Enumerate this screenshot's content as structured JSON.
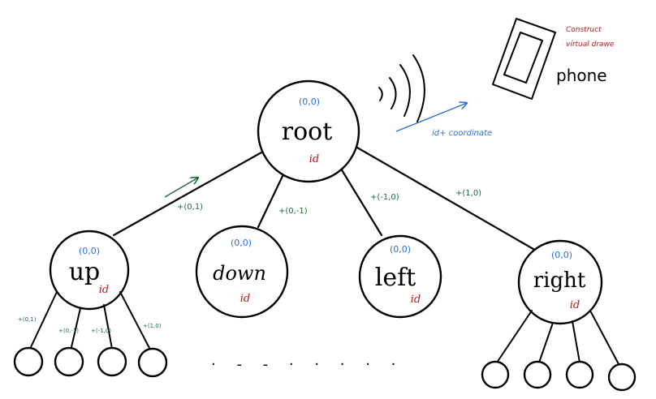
{
  "nodes": {
    "root": {
      "label": "root",
      "coord": "(0,0)",
      "id": "id"
    },
    "up": {
      "label": "up",
      "coord": "(0,0)",
      "id": "id"
    },
    "down": {
      "label": "down",
      "coord": "(0,0)",
      "id": "id"
    },
    "left": {
      "label": "left",
      "coord": "(0,0)",
      "id": "id"
    },
    "right": {
      "label": "right",
      "coord": "(0,0)",
      "id": "id"
    }
  },
  "edges": {
    "root_up": "+(0,1)",
    "root_down": "+(0,-1)",
    "root_left": "+(-1,0)",
    "root_right": "+(1,0)"
  },
  "up_children_edges": [
    "+(0,1)",
    "+(0,-1)",
    "+(-1,0)",
    "+(1,0)"
  ],
  "ellipsis": "· - - · · · · ·",
  "phone": {
    "label": "phone",
    "note_line1": "Construct",
    "note_line2": "virtual drawe"
  },
  "signal_note": "id+ coordinate"
}
